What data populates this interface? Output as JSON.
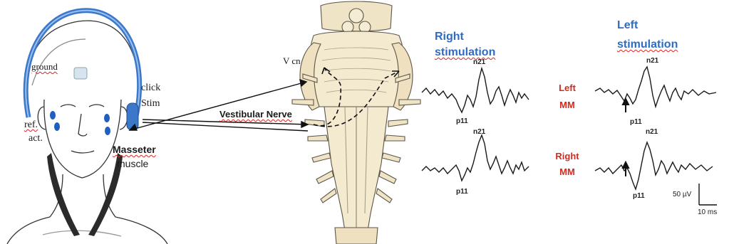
{
  "head": {
    "ground": "ground",
    "click": "click",
    "stim": "Stim",
    "ref": "ref.",
    "act": "act.",
    "masseter": "Masseter",
    "muscle": "muscle"
  },
  "brainstem": {
    "v_cn": "V cn",
    "vestibular_nerve": "Vestibular Nerve"
  },
  "recordings": {
    "right_title_1": "Right",
    "right_title_2": "stimulation",
    "left_title_1": "Left",
    "left_title_2": "stimulation",
    "row1_label_1": "Left",
    "row1_label_2": "MM",
    "row2_label_1": "Right",
    "row2_label_2": "MM",
    "n21": "n21",
    "p11": "p11",
    "scale_amplitude": "50 µV",
    "scale_time": "10 ms"
  },
  "colors": {
    "headphone": "#3b78c9",
    "electrode": "#1f5fbf",
    "title_blue": "#2e6cc4",
    "label_red": "#d42a1e"
  }
}
